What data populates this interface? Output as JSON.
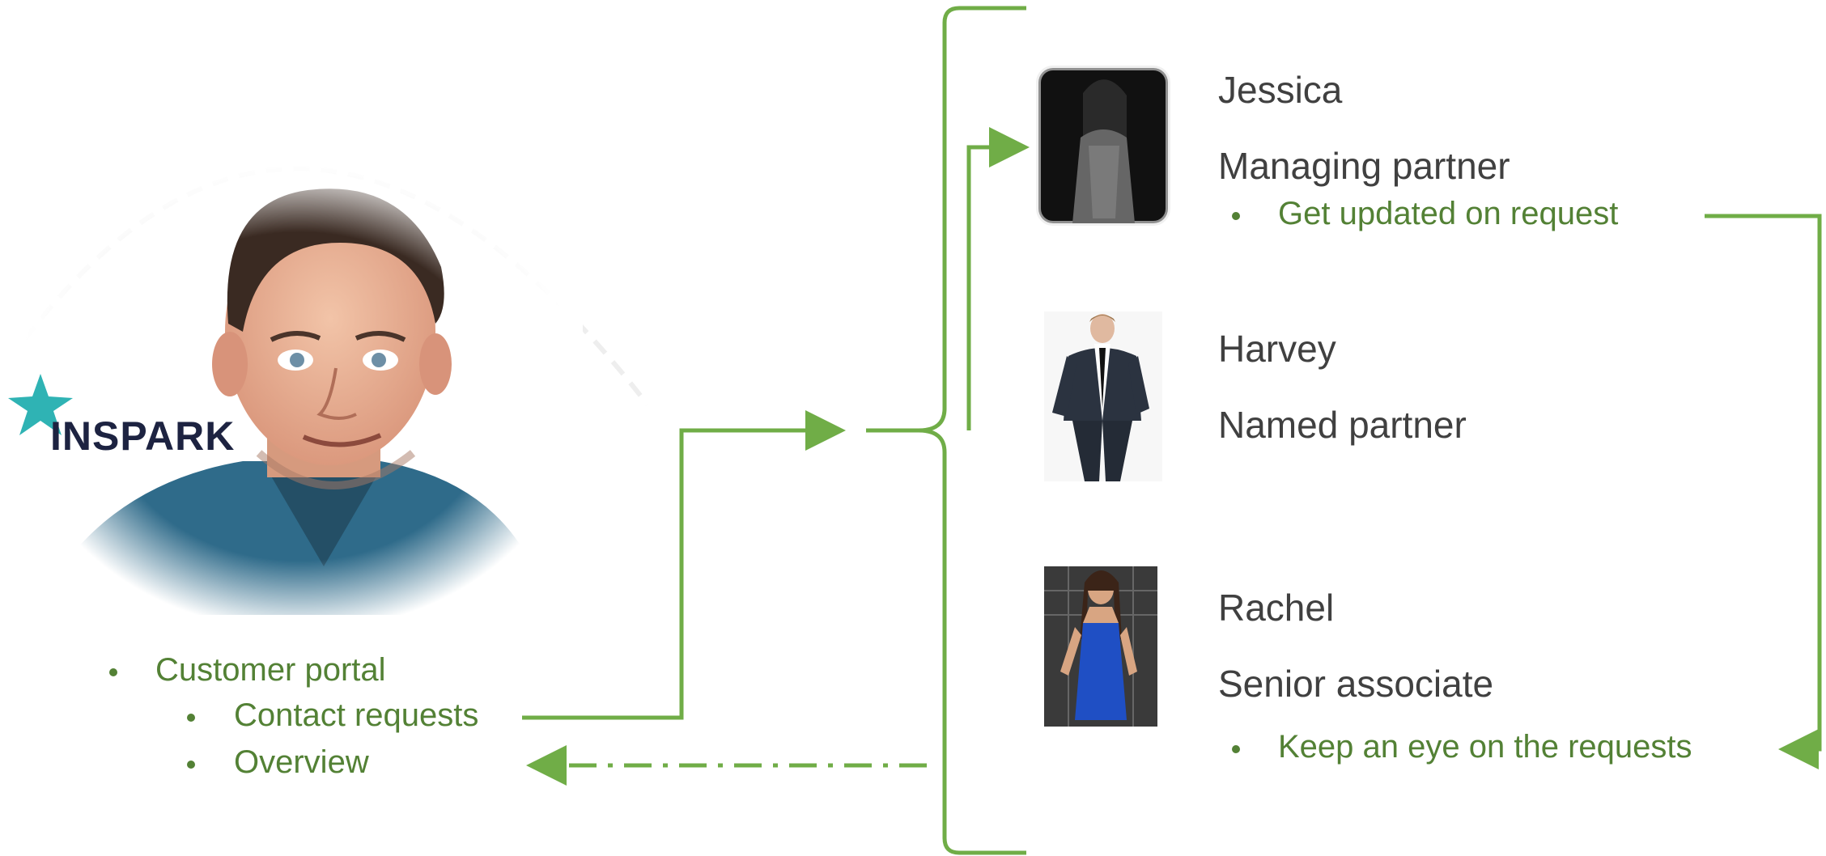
{
  "logo": {
    "text": "INSPARK",
    "star_color": "#2fb3b4"
  },
  "left_bullets": {
    "portal": "Customer portal",
    "contact": "Contact requests",
    "overview": "Overview"
  },
  "people": [
    {
      "name": "Jessica",
      "role": "Managing partner",
      "bullet": "Get updated on request",
      "photo_icon": "woman-portrait-bw"
    },
    {
      "name": "Harvey",
      "role": "Named partner",
      "bullet": "",
      "photo_icon": "man-in-suit"
    },
    {
      "name": "Rachel",
      "role": "Senior associate",
      "bullet": "Keep an eye on the requests",
      "photo_icon": "woman-blue-dress"
    }
  ],
  "colors": {
    "accent_green": "#70ad47",
    "text_green": "#538135",
    "text_dark": "#404040",
    "logo_dark": "#1d2341"
  }
}
